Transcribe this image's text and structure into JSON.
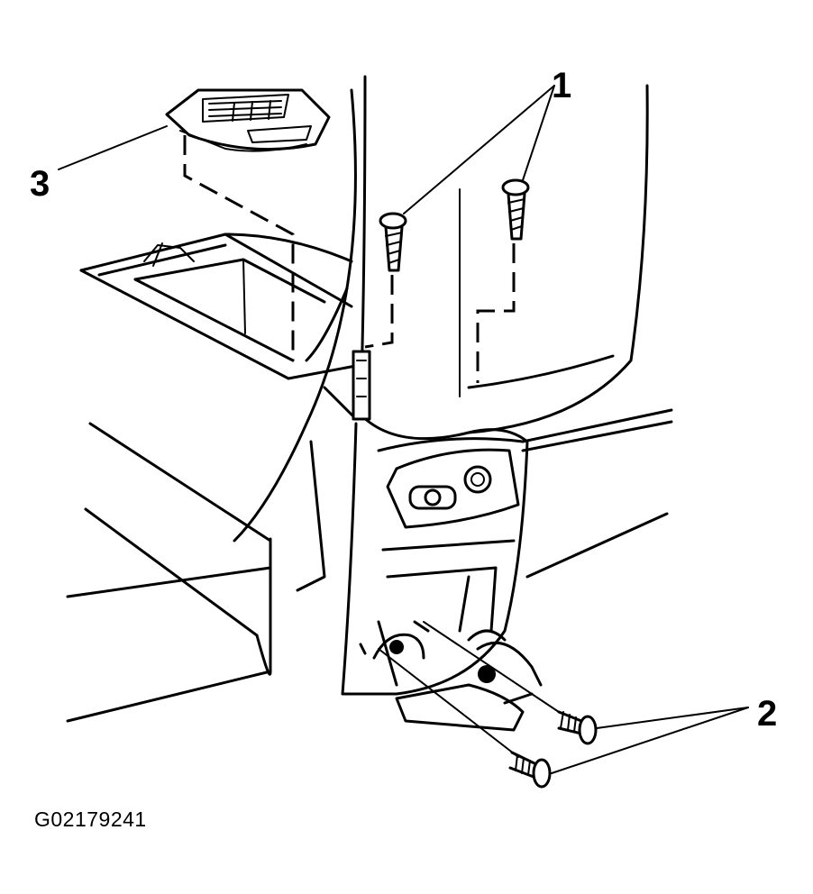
{
  "callouts": {
    "one": "1",
    "two": "2",
    "three": "3"
  },
  "figure_code": "G02179241"
}
